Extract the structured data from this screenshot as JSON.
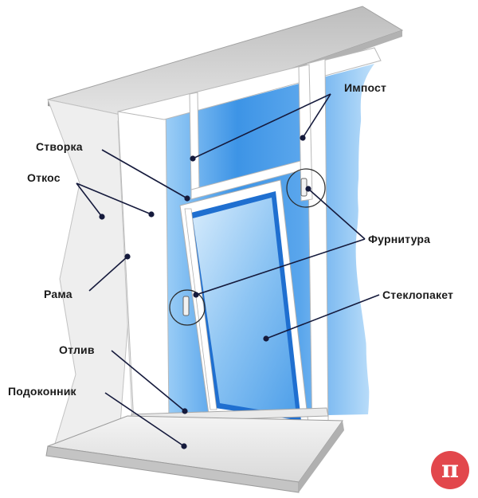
{
  "labels": {
    "impost": "Импост",
    "stvorka": "Створка",
    "otkos": "Откос",
    "furnitura": "Фурнитура",
    "rama": "Рама",
    "steklopaket": "Стеклопакет",
    "otliv": "Отлив",
    "podokonnik": "Подоконник"
  },
  "logo": {
    "glyph": "π",
    "color": "#e2474c"
  },
  "colors": {
    "glass": "#3d94e6",
    "frame": "#ffffff",
    "wall": "#e4e4e4",
    "leader": "#151a3c",
    "sash_seal": "#1f6fd0"
  }
}
